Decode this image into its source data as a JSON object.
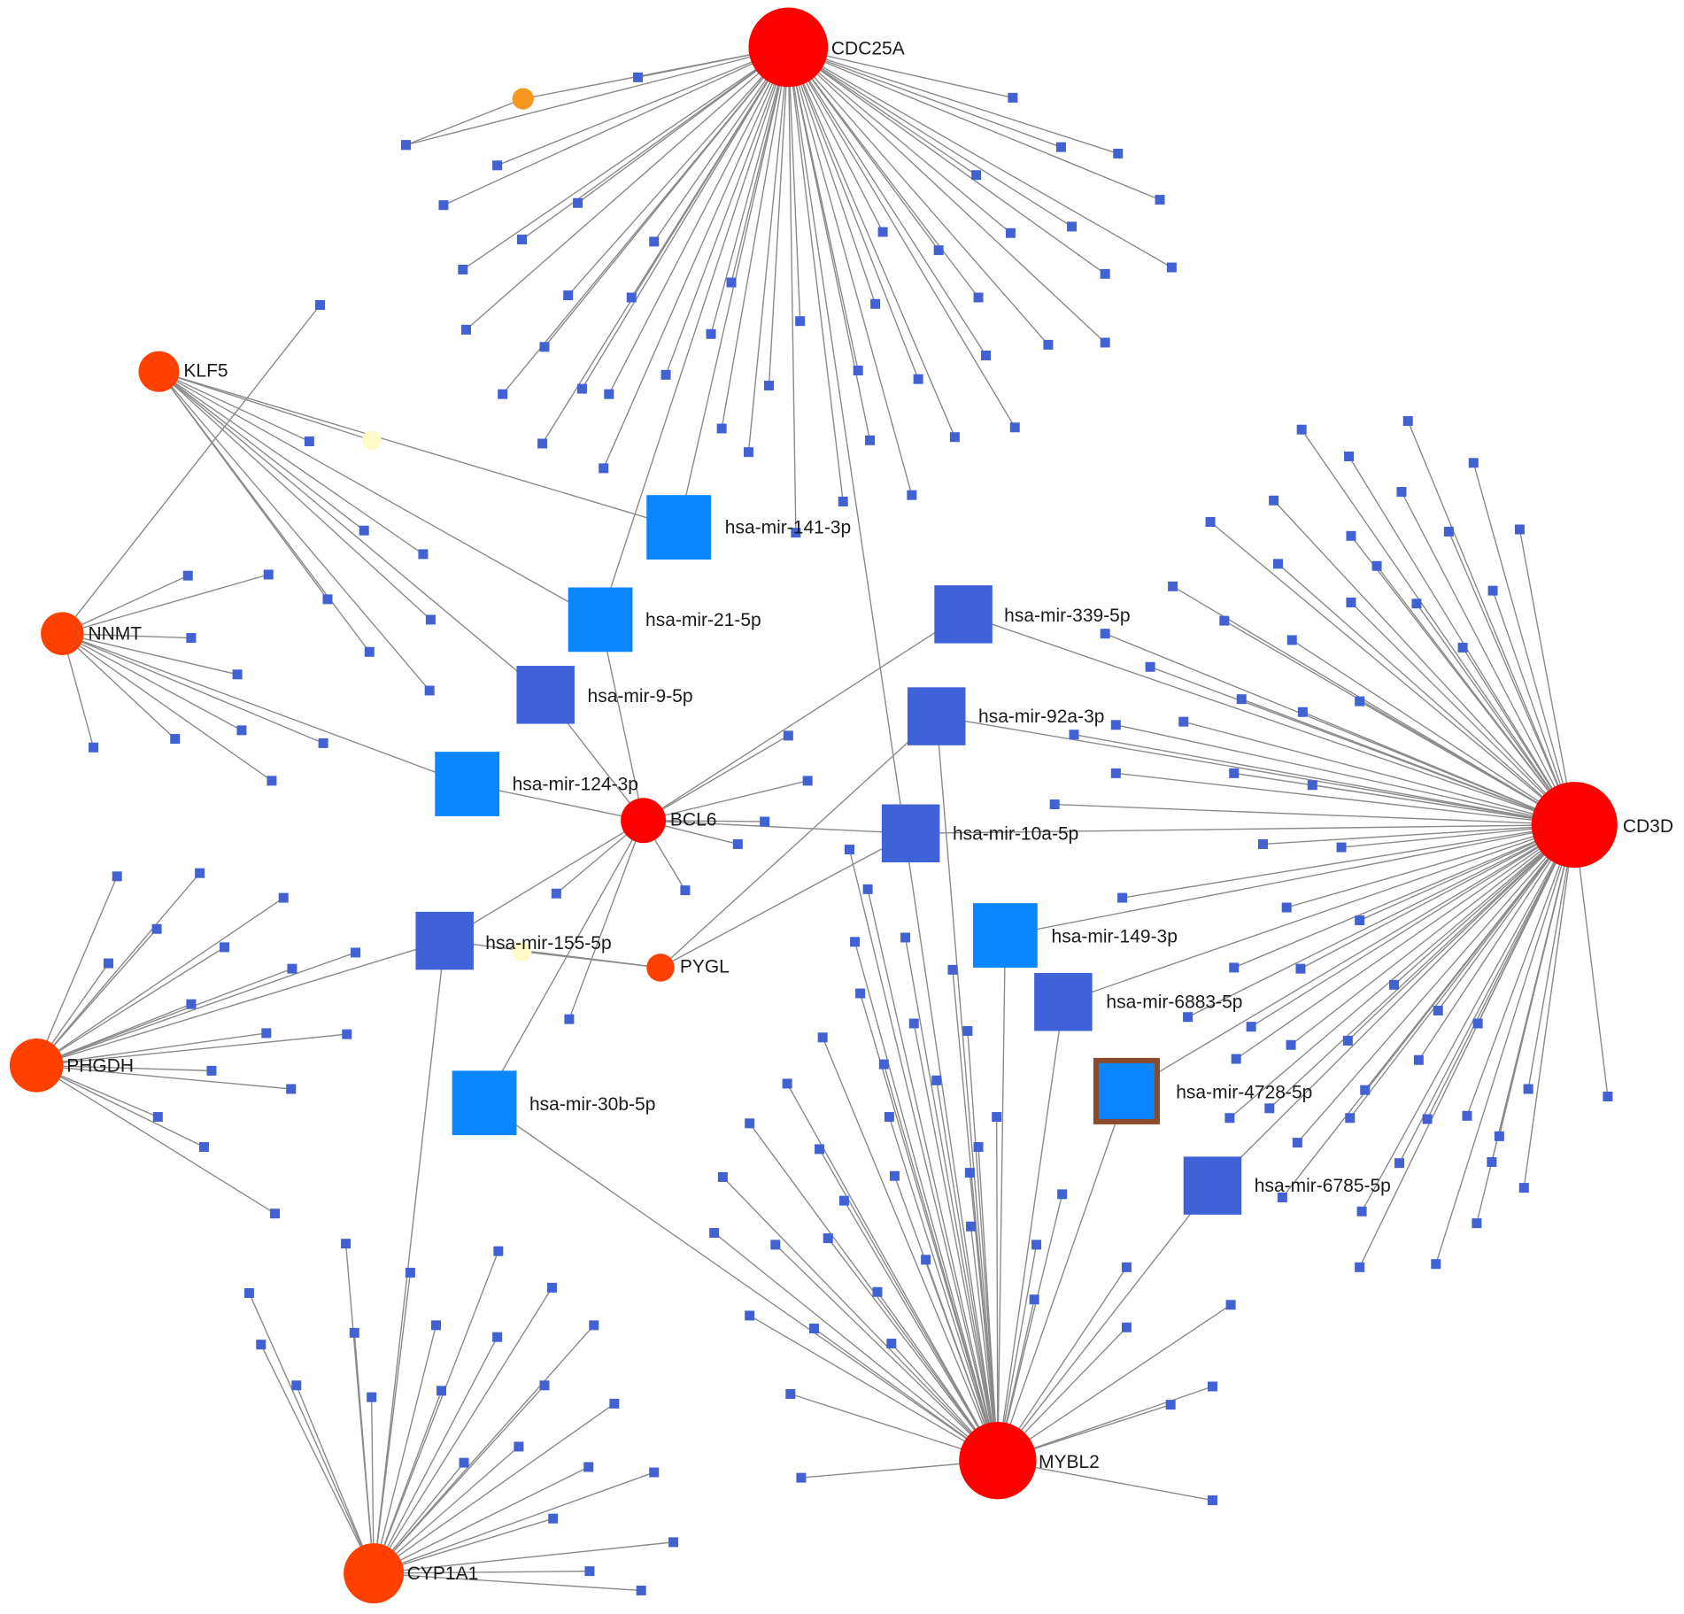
{
  "colors": {
    "gene_node": "#ff0000",
    "gene_node_secondary": "#ff4000",
    "orange_node": "#f5961e",
    "pale_node": "#fffac8",
    "mirna_light": "#0b86ff",
    "mirna_dark": "#3f62d8",
    "small_target": "#4262d4",
    "highlight_border": "#8b4a2c",
    "edge": "#8a8a8a"
  },
  "genes": [
    {
      "id": "CDC25A",
      "label": "CDC25A",
      "color": "gene_node"
    },
    {
      "id": "CD3D",
      "label": "CD3D",
      "color": "gene_node"
    },
    {
      "id": "MYBL2",
      "label": "MYBL2",
      "color": "gene_node"
    },
    {
      "id": "CYP1A1",
      "label": "CYP1A1",
      "color": "gene_node_secondary"
    },
    {
      "id": "PHGDH",
      "label": "PHGDH",
      "color": "gene_node_secondary"
    },
    {
      "id": "NNMT",
      "label": "NNMT",
      "color": "gene_node_secondary"
    },
    {
      "id": "KLF5",
      "label": "KLF5",
      "color": "gene_node_secondary"
    },
    {
      "id": "BCL6",
      "label": "BCL6",
      "color": "gene_node"
    },
    {
      "id": "PYGL",
      "label": "PYGL",
      "color": "gene_node_secondary"
    }
  ],
  "mirnas": [
    {
      "id": "m141",
      "label": "hsa-mir-141-3p",
      "color": "mirna_light"
    },
    {
      "id": "m21",
      "label": "hsa-mir-21-5p",
      "color": "mirna_light"
    },
    {
      "id": "m9",
      "label": "hsa-mir-9-5p",
      "color": "mirna_dark"
    },
    {
      "id": "m124",
      "label": "hsa-mir-124-3p",
      "color": "mirna_light"
    },
    {
      "id": "m339",
      "label": "hsa-mir-339-5p",
      "color": "mirna_dark"
    },
    {
      "id": "m92a",
      "label": "hsa-mir-92a-3p",
      "color": "mirna_dark"
    },
    {
      "id": "m10a",
      "label": "hsa-mir-10a-5p",
      "color": "mirna_dark"
    },
    {
      "id": "m155",
      "label": "hsa-mir-155-5p",
      "color": "mirna_dark"
    },
    {
      "id": "m149",
      "label": "hsa-mir-149-3p",
      "color": "mirna_light"
    },
    {
      "id": "m6883",
      "label": "hsa-mir-6883-5p",
      "color": "mirna_dark"
    },
    {
      "id": "m4728",
      "label": "hsa-mir-4728-5p",
      "color": "mirna_light",
      "highlighted": true
    },
    {
      "id": "m30b",
      "label": "hsa-mir-30b-5p",
      "color": "mirna_light"
    },
    {
      "id": "m6785",
      "label": "hsa-mir-6785-5p",
      "color": "mirna_dark"
    }
  ],
  "special_nodes": [
    {
      "id": "orange1",
      "color": "orange_node"
    },
    {
      "id": "yellow1",
      "color": "pale_node"
    },
    {
      "id": "yellow2",
      "color": "pale_node"
    }
  ]
}
